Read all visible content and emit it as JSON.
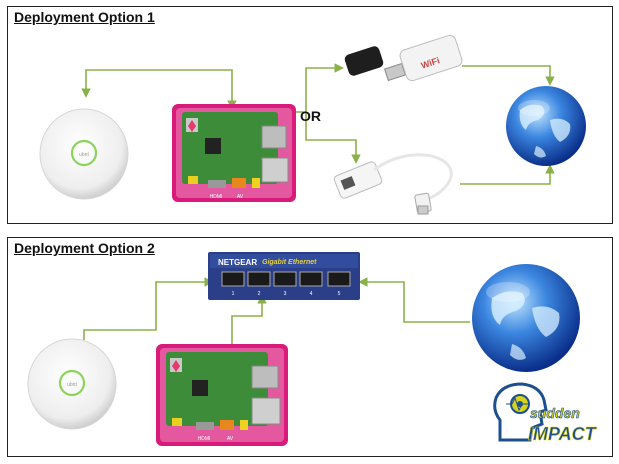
{
  "title": "Deployment options diagram",
  "colors": {
    "connector": "#8ab04a",
    "panel_border": "#222222",
    "pi_case": "#d81b7a",
    "pi_board": "#3d8c3a",
    "globe_blue": "#1a5fc8",
    "logo_yellow": "#d8d21a",
    "logo_blue": "#1d4f8f"
  },
  "option1": {
    "title": "Deployment Option 1",
    "or_label": "OR",
    "devices": {
      "access_point": "Wireless access point",
      "raspberry_pi": "Raspberry Pi in case",
      "wifi_dongle": "USB Wi-Fi dongle",
      "wifi_dongle_label": "WiFi",
      "ethernet_adapter": "USB Ethernet adapter",
      "internet": "Internet globe"
    },
    "pi_ports": [
      "HDMI",
      "AV"
    ]
  },
  "option2": {
    "title": "Deployment Option 2",
    "devices": {
      "switch": "Gigabit Ethernet switch",
      "switch_brand": "NETGEAR",
      "switch_model": "Gigabit Ethernet",
      "switch_ports": [
        "1",
        "2",
        "3",
        "4",
        "5"
      ],
      "access_point": "Wireless access point",
      "raspberry_pi": "Raspberry Pi in case",
      "internet": "Internet globe"
    },
    "pi_ports": [
      "HDMI",
      "AV"
    ]
  },
  "logo": {
    "line1": "sudden",
    "line2": "IMPACT"
  }
}
